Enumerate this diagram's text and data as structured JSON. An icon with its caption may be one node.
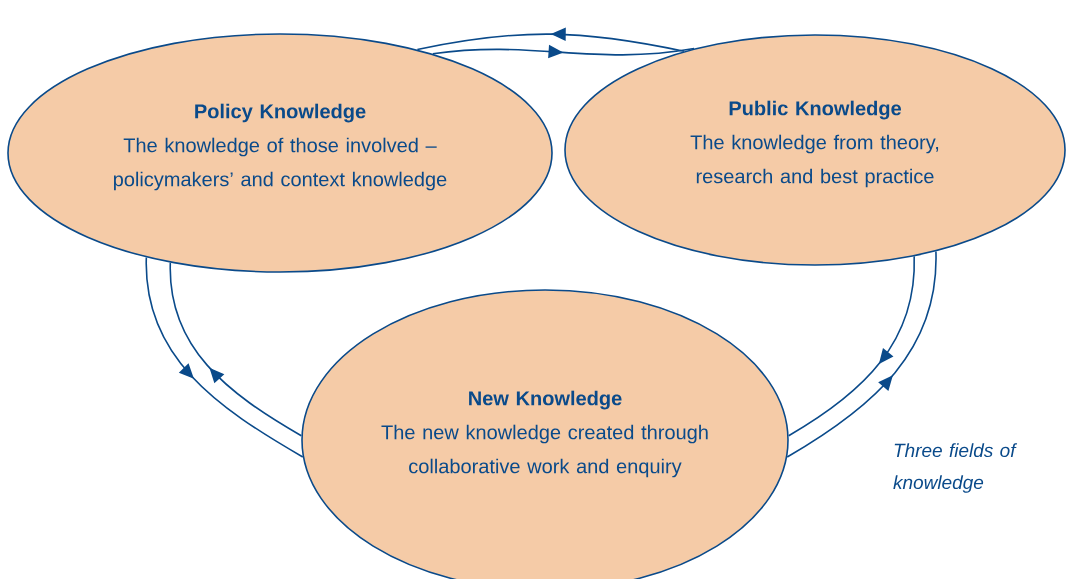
{
  "diagram": {
    "nodes": [
      {
        "text": [
          "Policy Knowledge",
          "The knowledge of those involved – policymakers’ and context knowledge"
        ]
      },
      {
        "text": [
          "Public Knowledge",
          "The knowledge from theory, research and best practice"
        ]
      },
      {
        "text": [
          "New Knowledge",
          "The new knowledge created through collaborative work and enquiry"
        ]
      }
    ],
    "edges": [
      {
        "from": 1,
        "to": 0,
        "arrow": "to"
      },
      {
        "from": 0,
        "to": 1,
        "arrow": "to"
      },
      {
        "from": 0,
        "to": 2,
        "arrow": "to"
      },
      {
        "from": 2,
        "to": 0,
        "arrow": "to"
      },
      {
        "from": 1,
        "to": 2,
        "arrow": "to"
      },
      {
        "from": 2,
        "to": 1,
        "arrow": "to"
      }
    ],
    "labels": [
      "Three fields of knowledge"
    ]
  }
}
